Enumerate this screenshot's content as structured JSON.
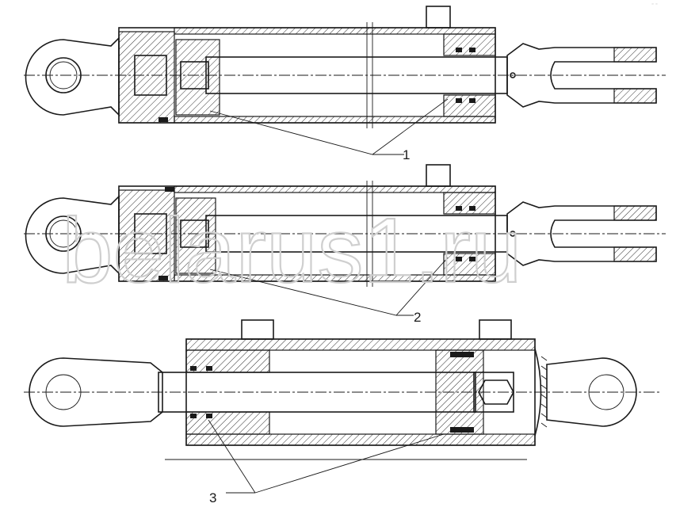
{
  "callouts": {
    "c1": "1",
    "c2": "2",
    "c3": "3"
  },
  "corner_mark": "⁻ ⁻",
  "watermark": "belarus1.ru",
  "colors": {
    "ink": "#1a1a1a",
    "watermark": "#cfcfcf",
    "background": "#ffffff"
  }
}
